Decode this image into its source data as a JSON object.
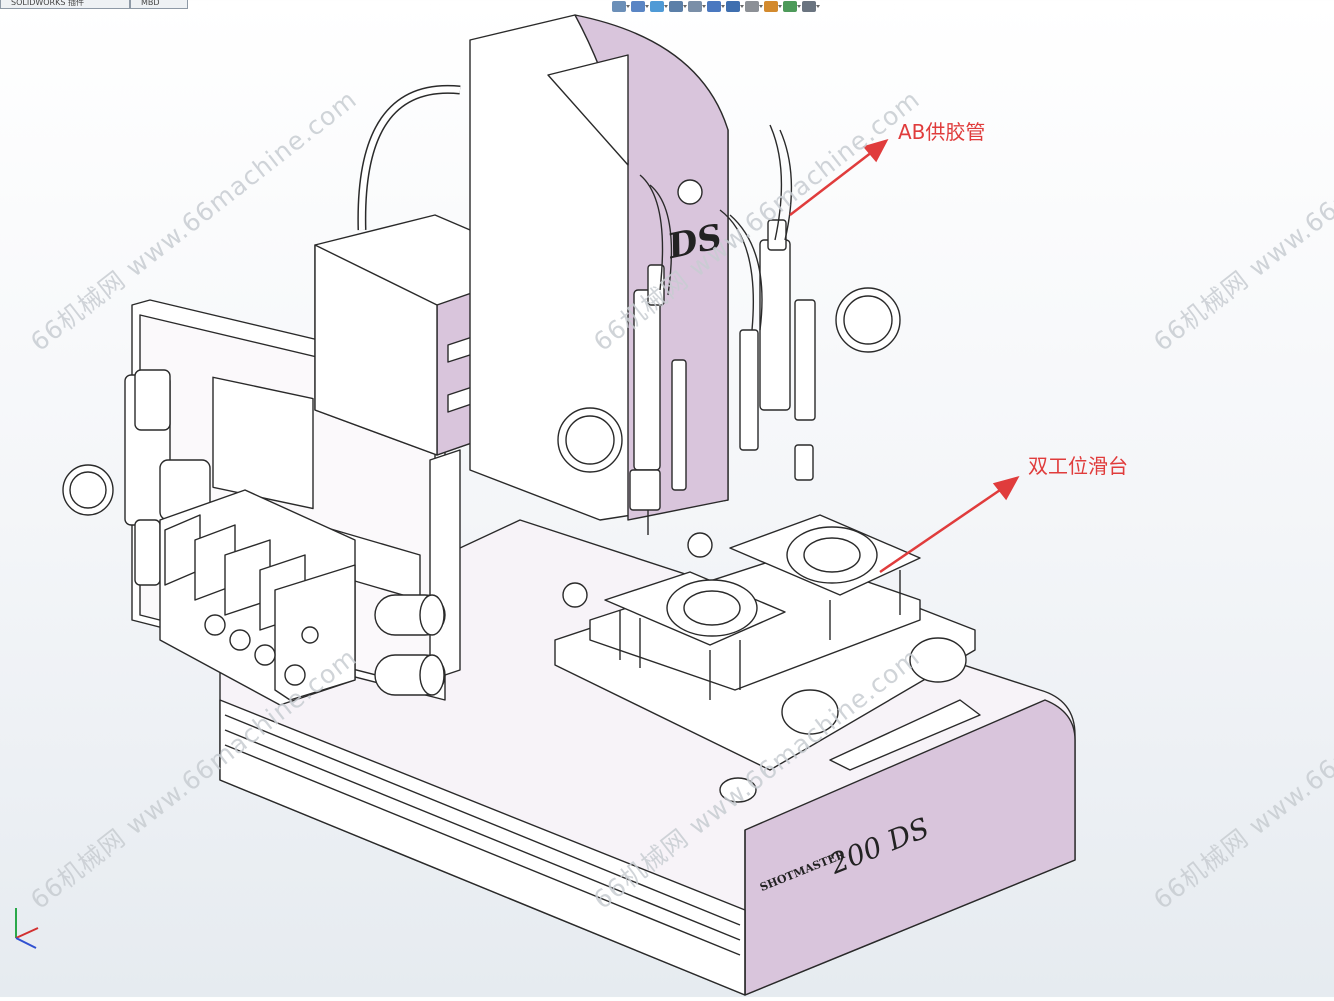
{
  "tabs": [
    "SOLIDWORKS 插件",
    "MBD"
  ],
  "toolbar_icons": [
    "zoom-icon",
    "zoom-area-icon",
    "previous-view-icon",
    "section-view-icon",
    "dynamic-annotation-icon",
    "view-orientation-icon",
    "display-style-icon",
    "hide-show-icon",
    "edit-appearance-icon",
    "apply-scene-icon",
    "view-settings-icon"
  ],
  "callouts": {
    "ab_supply": "AB供胶管",
    "dual_slide": "双工位滑台"
  },
  "machine_label": {
    "brand": "SHOTMASTER",
    "model": "200 DS"
  },
  "head_logo": "DS",
  "watermark": "66机械网 www.66machine.com",
  "colors": {
    "machine": "#d9c5dc",
    "outline": "#2a2a2a",
    "callout": "#e03c3c",
    "watermark": "#c8cdd2"
  }
}
